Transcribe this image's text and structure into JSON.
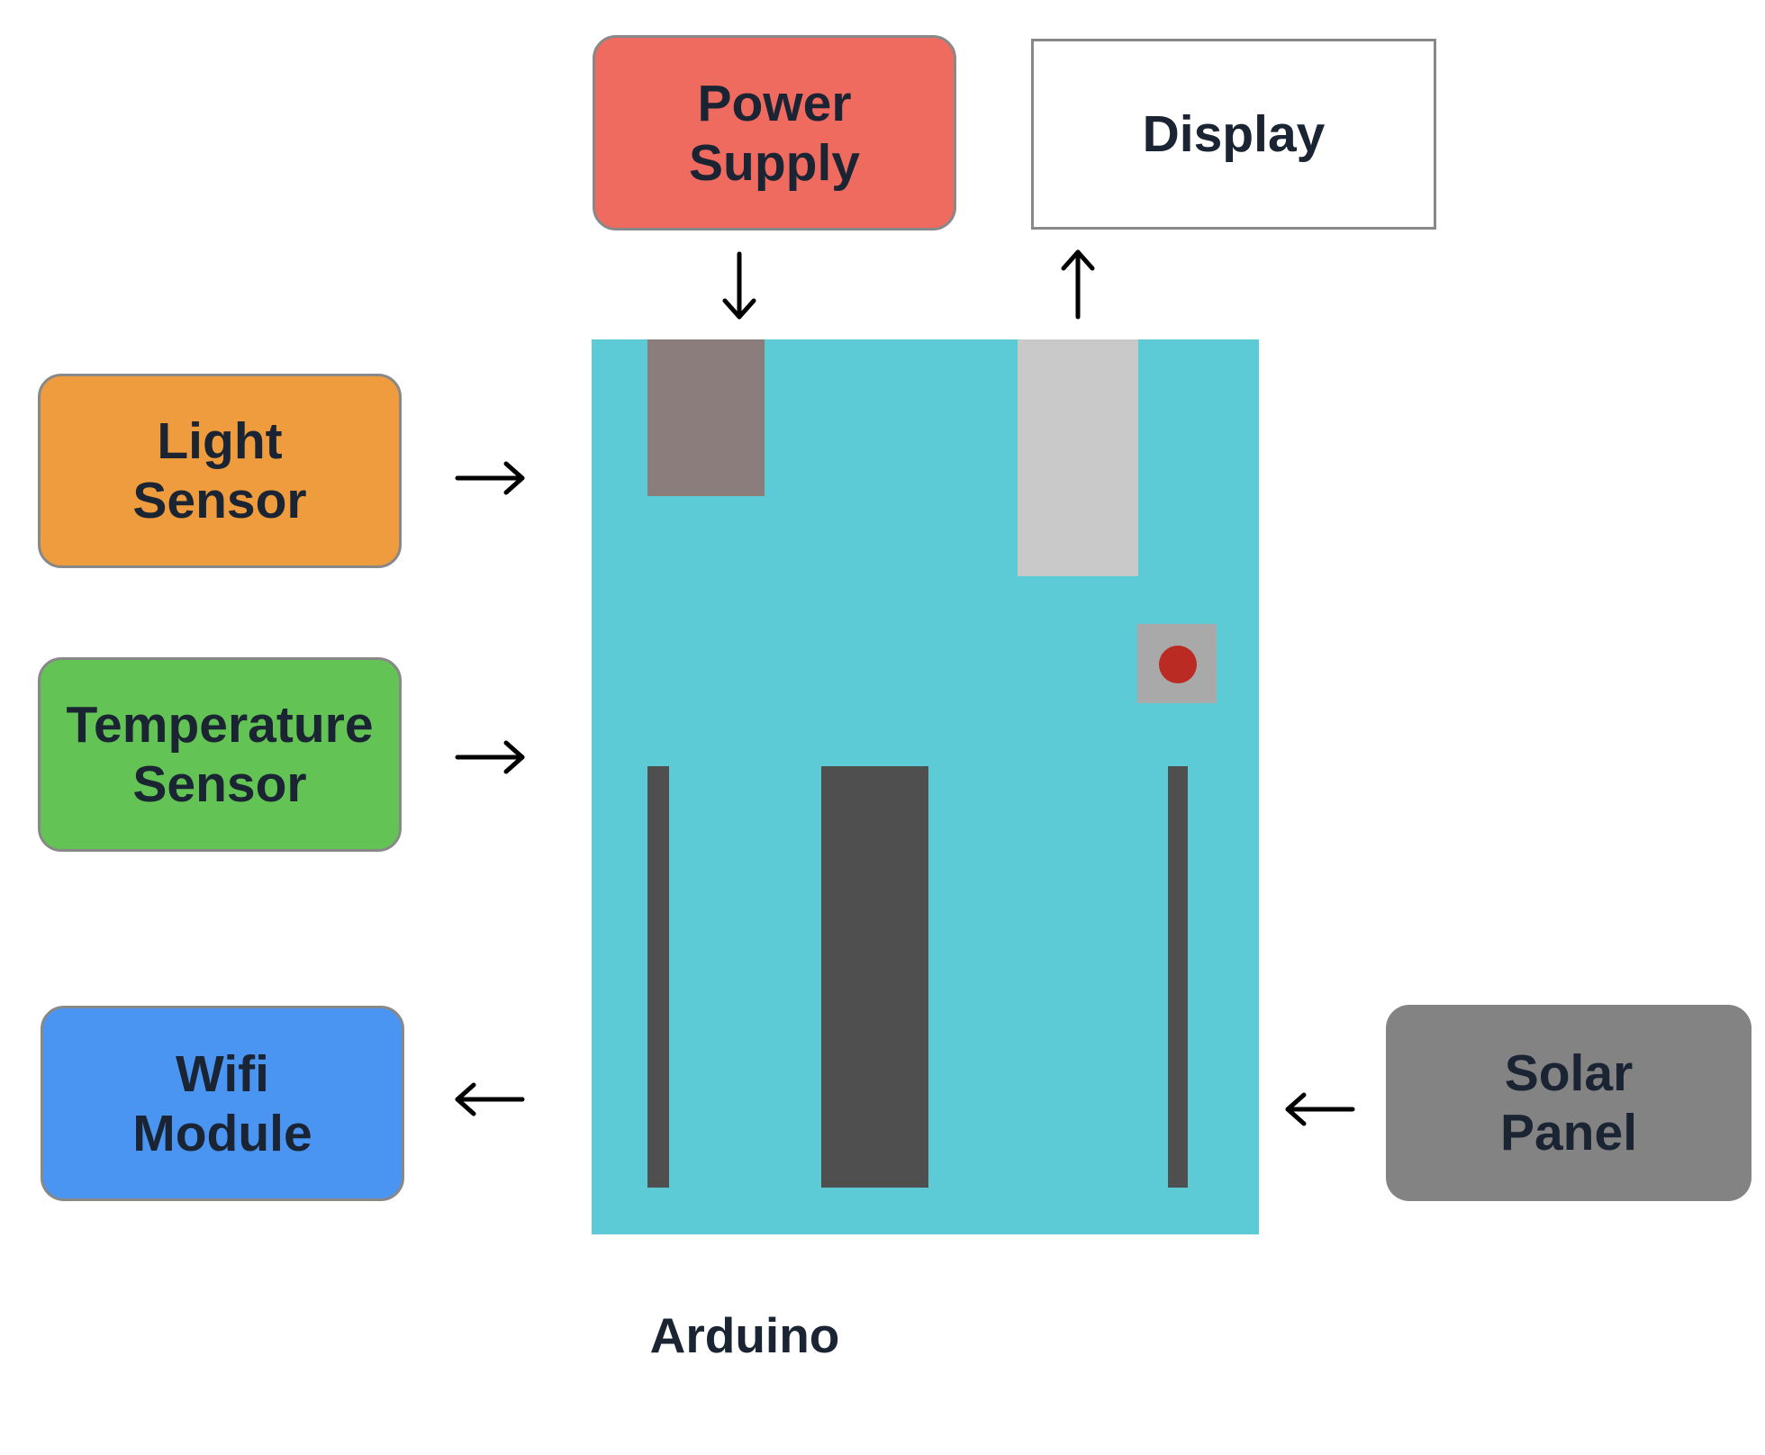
{
  "colors": {
    "power_supply": "#ef6b60",
    "display": "#ffffff",
    "light_sensor": "#ee9c3e",
    "temperature_sensor": "#63c455",
    "wifi_module": "#4b95f2",
    "solar_panel": "#838383",
    "board": "#5ccbd6",
    "usb_port": "#8a7d7b",
    "power_jack": "#c9c9c9",
    "reset_button_base": "#a9a9a9",
    "reset_button_dot": "#ba2b24",
    "headers_and_chip": "#4f4f4f",
    "text": "#1a2433",
    "arrow": "#000000"
  },
  "components": {
    "power_supply": [
      "Power",
      "Supply"
    ],
    "display": [
      "Display"
    ],
    "light_sensor": [
      "Light",
      "Sensor"
    ],
    "temperature_sensor": [
      "Temperature",
      "Sensor"
    ],
    "wifi_module": [
      "Wifi",
      "Module"
    ],
    "solar_panel": [
      "Solar",
      "Panel"
    ]
  },
  "board": {
    "label": "Arduino"
  },
  "connections": [
    {
      "from": "Power Supply",
      "to": "Arduino",
      "arrow": "down"
    },
    {
      "from": "Arduino",
      "to": "Display",
      "arrow": "up"
    },
    {
      "from": "Light Sensor",
      "to": "Arduino",
      "arrow": "right"
    },
    {
      "from": "Temperature Sensor",
      "to": "Arduino",
      "arrow": "right"
    },
    {
      "from": "Arduino",
      "to": "Wifi Module",
      "arrow": "left"
    },
    {
      "from": "Solar Panel",
      "to": "Arduino",
      "arrow": "left"
    }
  ]
}
